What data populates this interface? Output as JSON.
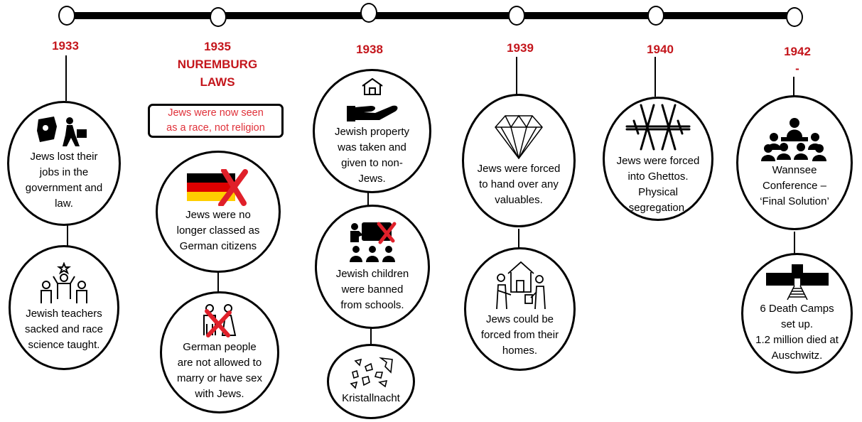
{
  "timeline": {
    "years": [
      {
        "id": "1933",
        "label": "1933"
      },
      {
        "id": "1935",
        "label": "1935"
      },
      {
        "id": "1938",
        "label": "1938"
      },
      {
        "id": "1939",
        "label": "1939"
      },
      {
        "id": "1940",
        "label": "1940"
      },
      {
        "id": "1942",
        "label": "1942"
      }
    ],
    "nuremberg": {
      "title_line1": "NUREMBURG",
      "title_line2": "LAWS",
      "box_text_line1": "Jews were now seen",
      "box_text_line2": "as a race, not religion"
    },
    "dash_1942": "-",
    "events": [
      {
        "id": "jobs",
        "text": "Jews lost their\njobs in the\ngovernment and\nlaw.",
        "icon": "police-man-arrest-icon"
      },
      {
        "id": "teachers",
        "text": "Jewish teachers\nsacked and race\nscience taught.",
        "icon": "teacher-students-icon"
      },
      {
        "id": "citizens",
        "text": "Jews were no\nlonger classed as\nGerman citizens",
        "icon": "german-flag-crossed-icon"
      },
      {
        "id": "marriage",
        "text": "German people\nare not allowed to\nmarry or have sex\nwith Jews.",
        "icon": "couple-crossed-icon"
      },
      {
        "id": "property",
        "text": "Jewish property\nwas taken and\ngiven to non-\nJews.",
        "icon": "house-hand-icon"
      },
      {
        "id": "schools",
        "text": "Jewish children\nwere banned\nfrom schools.",
        "icon": "classroom-crossed-icon"
      },
      {
        "id": "kristall",
        "text": "Kristallnacht",
        "icon": "broken-glass-icon"
      },
      {
        "id": "valuables",
        "text": "Jews were forced\nto hand over any\nvaluables.",
        "icon": "diamond-icon"
      },
      {
        "id": "homes",
        "text": "Jews could be\nforced from their\nhomes.",
        "icon": "eviction-icon"
      },
      {
        "id": "ghettos",
        "text": "Jews were forced\ninto Ghettos.\nPhysical\nsegregation.",
        "icon": "barbed-wire-icon"
      },
      {
        "id": "wannsee",
        "text": "Wannsee\nConference –\n‘Final Solution’",
        "icon": "conference-group-icon"
      },
      {
        "id": "camps",
        "text": "6 Death Camps\nset up.\n1.2 million died at\nAuschwitz.",
        "icon": "camp-gate-railway-icon"
      }
    ]
  },
  "colors": {
    "accent_red": "#c4161c",
    "box_text_red": "#e0313a",
    "line": "#000000"
  }
}
